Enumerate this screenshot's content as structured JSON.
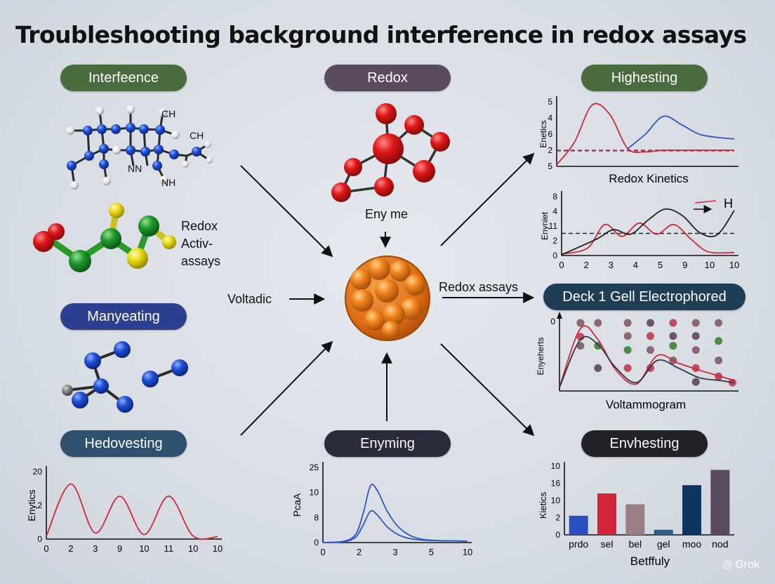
{
  "title": "Troubleshooting background interference in redox assays",
  "pills": {
    "interference": "Interfeence",
    "redox": "Redox",
    "highesting": "Highesting",
    "manyeating": "Manyeating",
    "deck": "Deck 1 Gell Electrophored",
    "hedovesting": "Hedovesting",
    "enyming": "Enyming",
    "envhesting": "Envhesting"
  },
  "colors": {
    "green_pill": "#4a6b3e",
    "purple_pill": "#5a4a5e",
    "blue_pill": "#2d3f8f",
    "steel_pill": "#2e4f6e",
    "dark_pill": "#2a2a38",
    "teal_pill": "#1f3d55",
    "black_pill": "#222226",
    "red_curve": "#d0283a",
    "blue_curve": "#2f57c4",
    "nucleus_orange": "#e87a1c"
  },
  "molecules": {
    "top_left_labels": [
      "CH",
      "CH",
      "NN",
      "NH"
    ],
    "redox_active_label_lines": [
      "Redox",
      "Activ-",
      "assays"
    ]
  },
  "center": {
    "enzyme_label": "Eny me",
    "voltadic_label": "Voltadic",
    "redox_assays_label": "Redox assays",
    "icon": "orange-bead-cluster-icon"
  },
  "chart_data": [
    {
      "type": "line",
      "id": "redox-kinetics",
      "title": "Redox Kinetics",
      "ylabel": "Enetics",
      "yticks": [
        "5",
        "4",
        "6",
        "2",
        "5"
      ],
      "yticks_positions": [
        5,
        4,
        3,
        2,
        1
      ],
      "xlim": [
        0,
        10
      ],
      "ylim": [
        1,
        5
      ],
      "series": [
        {
          "color": "#d0283a",
          "x": [
            0,
            1,
            2,
            3,
            4,
            5,
            6,
            7,
            8,
            9,
            10
          ],
          "values": [
            1.1,
            2.5,
            4.8,
            4.2,
            2.1,
            1.9,
            2.0,
            2.0,
            2.0,
            2.0,
            2.0
          ]
        },
        {
          "color": "#2f57c4",
          "x": [
            4,
            5,
            6,
            7,
            8,
            9,
            10
          ],
          "values": [
            2.1,
            3.0,
            4.1,
            3.6,
            3.0,
            2.8,
            2.7
          ]
        }
      ],
      "hlines": [
        {
          "value": 2,
          "color": "#2f57c4"
        },
        {
          "value": 2,
          "color": "#d0283a"
        }
      ]
    },
    {
      "type": "line",
      "id": "enyniet-chart",
      "ylabel": "Enyniet",
      "legend": "H",
      "xticks": [
        "0",
        "2",
        "3",
        "4",
        "5",
        "9",
        "10",
        "10"
      ],
      "yticks": [
        "8",
        "4",
        "11",
        "2",
        "0"
      ],
      "xlim": [
        0,
        10
      ],
      "ylim": [
        0,
        8
      ],
      "series": [
        {
          "color": "#d0283a",
          "x": [
            0,
            1.5,
            2.5,
            3.5,
            4.5,
            5.5,
            6.5,
            7.5,
            8.5,
            10
          ],
          "values": [
            0.2,
            1.0,
            4.2,
            2.6,
            4.4,
            2.9,
            4.2,
            2.2,
            0.5,
            0.4
          ]
        },
        {
          "color": "#222222",
          "x": [
            0,
            2,
            3,
            4,
            5,
            6,
            7,
            8,
            9,
            10
          ],
          "values": [
            0.1,
            2.2,
            3.5,
            2.9,
            4.8,
            6.3,
            5.4,
            3.1,
            2.8,
            6.1
          ]
        }
      ],
      "hlines": [
        {
          "value": 3.0,
          "color": "#222222"
        }
      ]
    },
    {
      "type": "line",
      "id": "voltammogram",
      "title": "Voltammogram",
      "ylabel": "Enyeherts",
      "yticks": [
        "0"
      ],
      "xlim": [
        0,
        10
      ],
      "ylim": [
        0,
        10
      ],
      "series": [
        {
          "color": "#d0283a",
          "x": [
            0,
            1.2,
            2.2,
            3.2,
            4.4,
            5.6,
            6.8,
            8,
            9.2,
            10
          ],
          "values": [
            0.5,
            9.0,
            7.4,
            3.1,
            1.0,
            5.1,
            4.0,
            3.0,
            2.1,
            1.5
          ]
        },
        {
          "color": "#333344",
          "x": [
            0,
            1.2,
            2.2,
            3.2,
            4.4,
            5.6,
            6.8,
            8,
            9.2,
            10
          ],
          "values": [
            0.5,
            7.4,
            6.7,
            3.4,
            1.2,
            4.4,
            3.3,
            1.9,
            1.5,
            1.2
          ]
        }
      ],
      "dot_columns": [
        {
          "x": 1.2,
          "dots": [
            {
              "v": 9.8,
              "c": "#8a6870"
            },
            {
              "v": 7.8,
              "c": "#c04a60"
            },
            {
              "v": 6.5,
              "c": "#8a6870"
            }
          ]
        },
        {
          "x": 2.2,
          "dots": [
            {
              "v": 9.8,
              "c": "#8a6870"
            },
            {
              "v": 6.5,
              "c": "#4f8a3e"
            },
            {
              "v": 3.3,
              "c": "#6a5565"
            }
          ]
        },
        {
          "x": 3.9,
          "dots": [
            {
              "v": 9.8,
              "c": "#8a6870"
            },
            {
              "v": 7.9,
              "c": "#8a6870"
            },
            {
              "v": 5.9,
              "c": "#4f8a3e"
            },
            {
              "v": 3.3,
              "c": "#c04a60"
            }
          ]
        },
        {
          "x": 5.2,
          "dots": [
            {
              "v": 9.8,
              "c": "#6a5565"
            },
            {
              "v": 7.9,
              "c": "#c04a60"
            },
            {
              "v": 5.9,
              "c": "#8a6870"
            },
            {
              "v": 3.3,
              "c": "#c04a60"
            }
          ]
        },
        {
          "x": 6.5,
          "dots": [
            {
              "v": 9.8,
              "c": "#c04a60"
            },
            {
              "v": 7.9,
              "c": "#6a5565"
            },
            {
              "v": 6.5,
              "c": "#4f8a3e"
            },
            {
              "v": 4.4,
              "c": "#8a6870"
            }
          ]
        },
        {
          "x": 7.8,
          "dots": [
            {
              "v": 9.8,
              "c": "#8a6870"
            },
            {
              "v": 7.9,
              "c": "#6a5565"
            },
            {
              "v": 5.9,
              "c": "#8a6870"
            },
            {
              "v": 3.3,
              "c": "#c04a60"
            },
            {
              "v": 1.3,
              "c": "#6a5565"
            }
          ]
        },
        {
          "x": 9.1,
          "dots": [
            {
              "v": 9.8,
              "c": "#8a6870"
            },
            {
              "v": 7.2,
              "c": "#4f8a3e"
            },
            {
              "v": 4.4,
              "c": "#8a6870"
            },
            {
              "v": 2.1,
              "c": "#c04a60"
            }
          ]
        },
        {
          "x": 9.9,
          "dots": [
            {
              "v": 1.2,
              "c": "#c04a60"
            }
          ]
        }
      ]
    },
    {
      "type": "line",
      "id": "enytics",
      "ylabel": "Enytics",
      "xticks": [
        "0",
        "2",
        "3",
        "9",
        "10",
        "11",
        "10",
        "10"
      ],
      "yticks": [
        "20",
        "2",
        "0"
      ],
      "xlim": [
        0,
        7
      ],
      "ylim": [
        0,
        22
      ],
      "series": [
        {
          "color": "#d0283a",
          "x": [
            0,
            1,
            2,
            3,
            4,
            5,
            6,
            7
          ],
          "values": [
            1,
            18,
            2,
            14,
            1.5,
            14,
            1,
            0.8
          ]
        }
      ]
    },
    {
      "type": "line",
      "id": "pcaa",
      "ylabel": "PcaA",
      "xticks": [
        "0",
        "2",
        "3",
        "5",
        "10"
      ],
      "yticks": [
        "25",
        "10",
        "8",
        "0"
      ],
      "xlim": [
        0,
        10
      ],
      "ylim": [
        0,
        25
      ],
      "series": [
        {
          "color": "#2f57c4",
          "x": [
            0,
            1.5,
            2.3,
            2.8,
            3.3,
            3.8,
            4.5,
            5.5,
            7,
            10
          ],
          "values": [
            0,
            0.5,
            3,
            10,
            19,
            17,
            10,
            4,
            1,
            0.5
          ]
        },
        {
          "color": "#2f57c4",
          "x": [
            0,
            1.5,
            2.3,
            2.8,
            3.3,
            3.8,
            4.5,
            5.5,
            7,
            10
          ],
          "values": [
            0,
            0.3,
            2,
            6,
            10.5,
            9,
            5,
            2,
            0.8,
            0.5
          ]
        }
      ]
    },
    {
      "type": "bar",
      "id": "betffuly",
      "xlabel": "Betffuly",
      "ylabel": "Kietics",
      "categories": [
        "prdo",
        "sel",
        "bel",
        "gel",
        "moo",
        "nod"
      ],
      "yticks": [
        "10",
        "16",
        "10",
        "2",
        "0"
      ],
      "values": [
        3,
        6.5,
        4.8,
        0.8,
        7.8,
        10.2
      ],
      "colors": [
        "#2a4fc0",
        "#d4243a",
        "#9a7e86",
        "#2f5c88",
        "#0d3560",
        "#5a4a5e"
      ],
      "ylim": [
        0,
        10.8
      ]
    }
  ],
  "watermark": "Grok"
}
